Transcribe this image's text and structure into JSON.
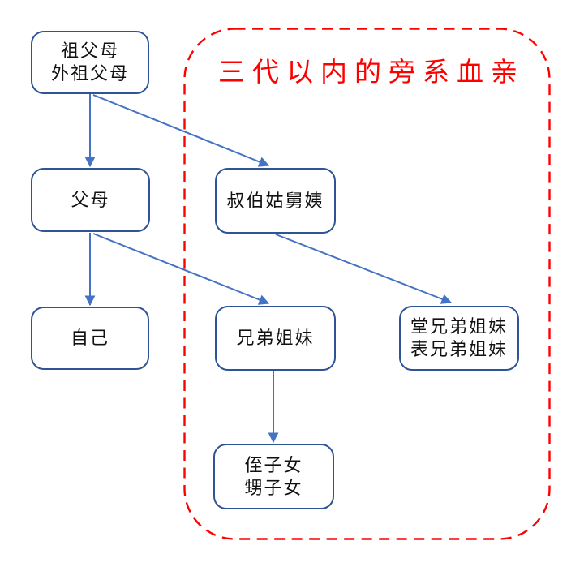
{
  "diagram": {
    "title": "三代以内的旁系血亲",
    "colors": {
      "title_text": "#FF0000",
      "dashed_border": "#FF0000",
      "node_border": "#2F5496",
      "arrow": "#4472C4",
      "node_text": "#111111",
      "background": "#FFFFFF"
    },
    "nodes": [
      {
        "id": "grandparents",
        "label": "祖父母\n外祖父母"
      },
      {
        "id": "parents",
        "label": "父母"
      },
      {
        "id": "uncles-aunts",
        "label": "叔伯姑舅姨"
      },
      {
        "id": "self",
        "label": "自己"
      },
      {
        "id": "siblings",
        "label": "兄弟姐妹"
      },
      {
        "id": "cousins",
        "label": "堂兄弟姐妹\n表兄弟姐妹"
      },
      {
        "id": "nephews-nieces",
        "label": "侄子女\n甥子女"
      }
    ],
    "edges": [
      {
        "from": "grandparents",
        "to": "parents"
      },
      {
        "from": "grandparents",
        "to": "uncles-aunts"
      },
      {
        "from": "parents",
        "to": "self"
      },
      {
        "from": "parents",
        "to": "siblings"
      },
      {
        "from": "uncles-aunts",
        "to": "cousins"
      },
      {
        "from": "siblings",
        "to": "nephews-nieces"
      }
    ],
    "dashed_region_label": "三代以内的旁系血亲"
  }
}
